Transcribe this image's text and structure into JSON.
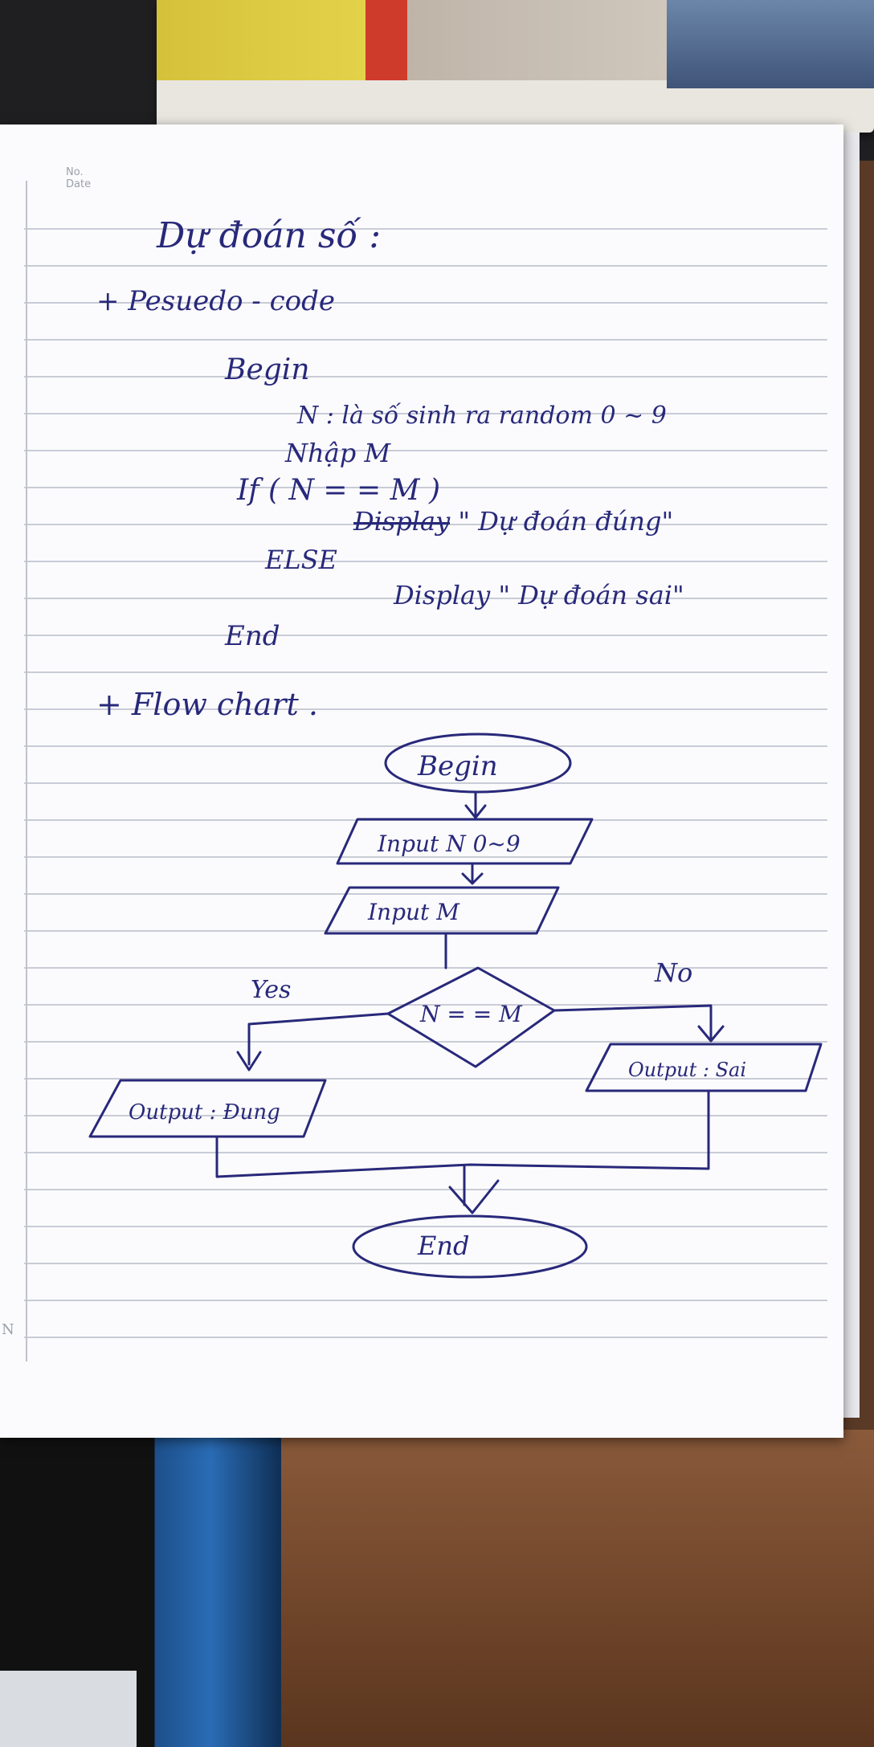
{
  "paper_header": {
    "no": "No.",
    "date": "Date"
  },
  "edge_letter": "N",
  "notes": {
    "title": "Dự đoán số :",
    "pseudo_heading": "+ Pesuedo - code",
    "pseudo_lines": [
      "Begin",
      "N : là số sinh ra random 0 ~ 9",
      "Nhập M",
      "If   ( N = = M )",
      "Display  \" Dự đoán đúng\"",
      "ELSE",
      "Display   \" Dự đoán sai\"",
      "End"
    ],
    "flowchart_heading": "+ Flow chart ."
  },
  "flowchart": {
    "begin": "Begin",
    "input_n": "Input N 0~9",
    "input_m": "Input M",
    "decision": "N = = M",
    "yes_label": "Yes",
    "no_label": "No",
    "output_yes": "Output : Đung",
    "output_no": "Output : Sai",
    "end": "End"
  },
  "colors": {
    "ink": "#28297a",
    "paper": "#fbfbfd",
    "rule_line": "#c9ccd6"
  }
}
